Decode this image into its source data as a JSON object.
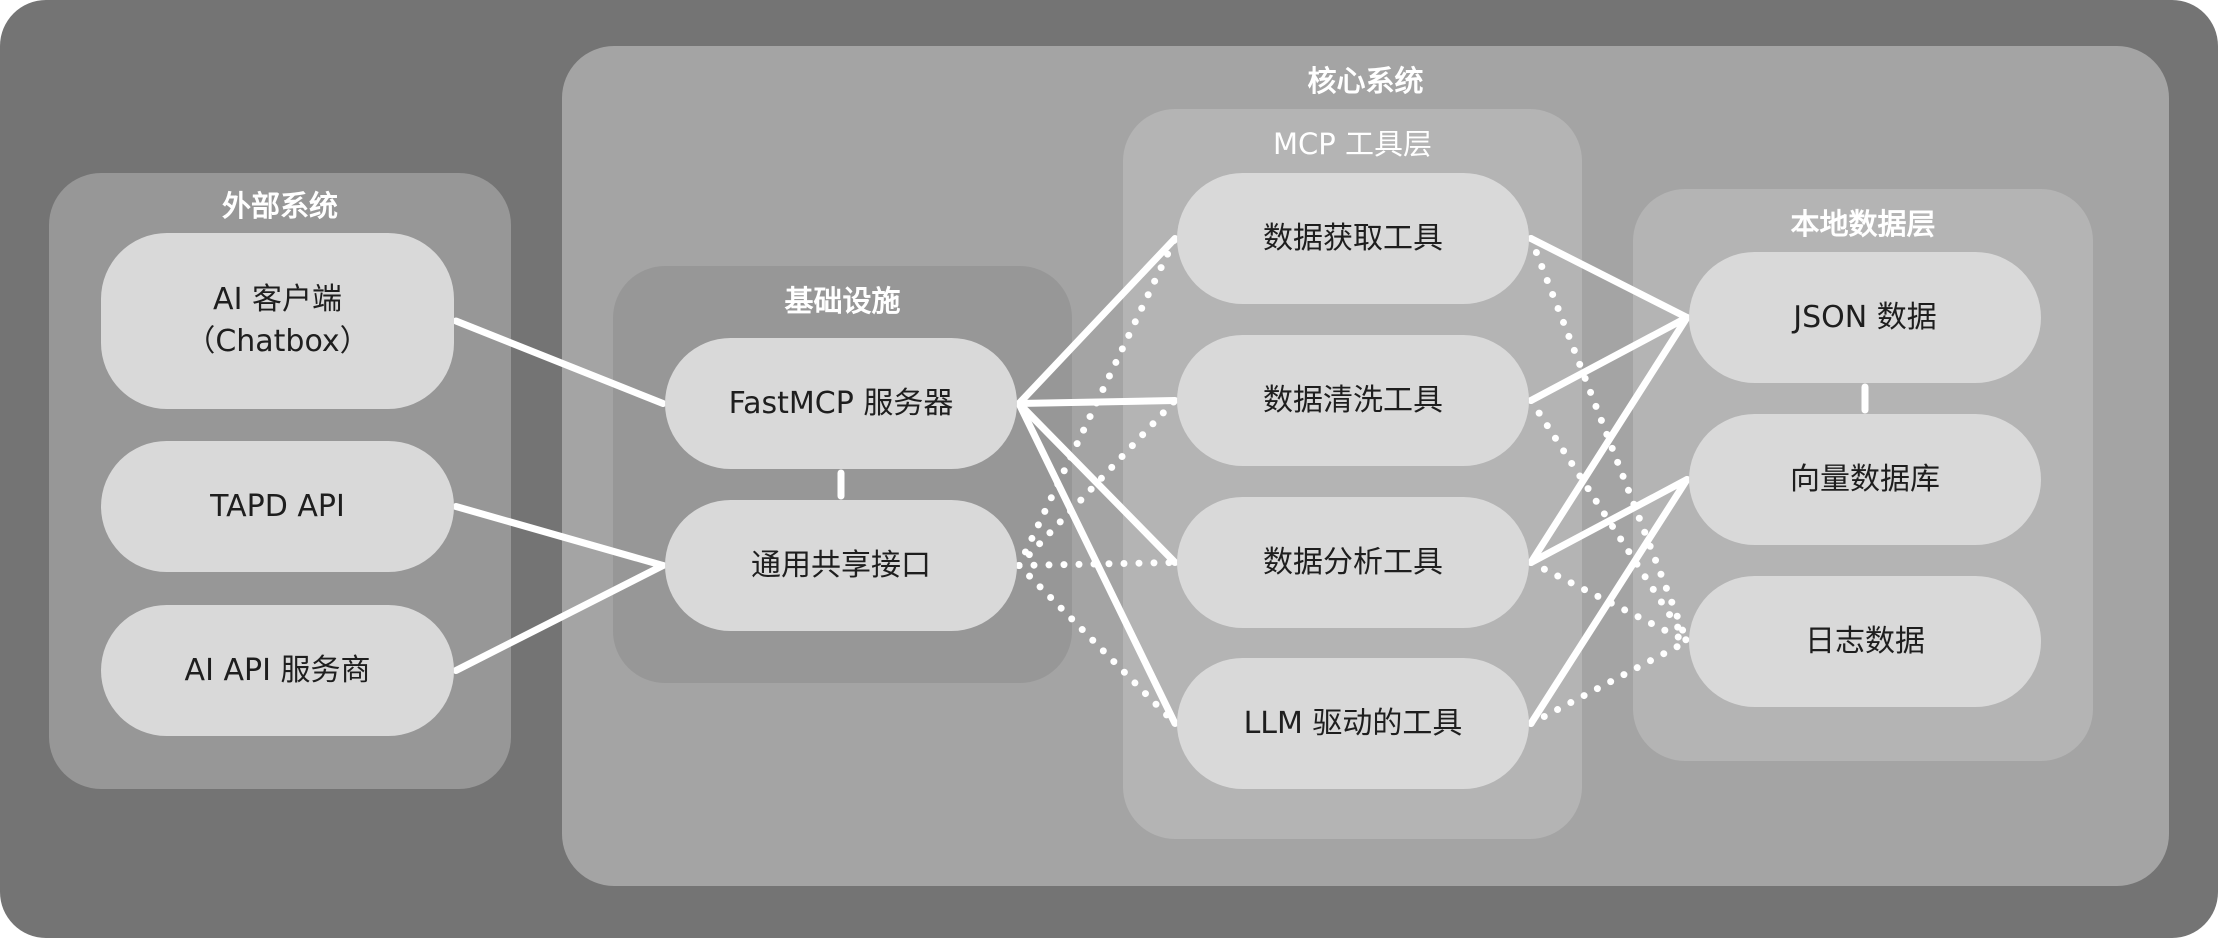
{
  "groups": {
    "core": "核心系统",
    "external": "外部系统",
    "infra": "基础设施",
    "mcp": "MCP 工具层",
    "local": "本地数据层"
  },
  "nodes": {
    "ai_client": "AI 客户端\n（Chatbox）",
    "tapd_api": "TAPD API",
    "ai_api_provider": "AI API 服务商",
    "fastmcp_server": "FastMCP 服务器",
    "shared_interface": "通用共享接口",
    "data_fetch_tool": "数据获取工具",
    "data_clean_tool": "数据清洗工具",
    "data_analysis_tool": "数据分析工具",
    "llm_tool": "LLM 驱动的工具",
    "json_data": "JSON 数据",
    "vector_db": "向量数据库",
    "log_data": "日志数据"
  },
  "edges": [
    {
      "from": "ai_client",
      "to": "fastmcp_server",
      "style": "solid"
    },
    {
      "from": "tapd_api",
      "to": "shared_interface",
      "style": "solid"
    },
    {
      "from": "ai_api_provider",
      "to": "shared_interface",
      "style": "solid"
    },
    {
      "from": "fastmcp_server",
      "to": "shared_interface",
      "style": "solid"
    },
    {
      "from": "fastmcp_server",
      "to": "data_fetch_tool",
      "style": "solid"
    },
    {
      "from": "fastmcp_server",
      "to": "data_clean_tool",
      "style": "solid"
    },
    {
      "from": "fastmcp_server",
      "to": "data_analysis_tool",
      "style": "solid"
    },
    {
      "from": "fastmcp_server",
      "to": "llm_tool",
      "style": "solid"
    },
    {
      "from": "shared_interface",
      "to": "data_fetch_tool",
      "style": "dotted"
    },
    {
      "from": "shared_interface",
      "to": "data_clean_tool",
      "style": "dotted"
    },
    {
      "from": "shared_interface",
      "to": "data_analysis_tool",
      "style": "dotted"
    },
    {
      "from": "shared_interface",
      "to": "llm_tool",
      "style": "dotted"
    },
    {
      "from": "data_fetch_tool",
      "to": "json_data",
      "style": "solid"
    },
    {
      "from": "data_clean_tool",
      "to": "json_data",
      "style": "solid"
    },
    {
      "from": "data_analysis_tool",
      "to": "json_data",
      "style": "solid"
    },
    {
      "from": "data_analysis_tool",
      "to": "vector_db",
      "style": "solid"
    },
    {
      "from": "llm_tool",
      "to": "vector_db",
      "style": "solid"
    },
    {
      "from": "json_data",
      "to": "vector_db",
      "style": "solid"
    },
    {
      "from": "data_fetch_tool",
      "to": "log_data",
      "style": "dotted"
    },
    {
      "from": "data_clean_tool",
      "to": "log_data",
      "style": "dotted"
    },
    {
      "from": "data_analysis_tool",
      "to": "log_data",
      "style": "dotted"
    },
    {
      "from": "llm_tool",
      "to": "log_data",
      "style": "dotted"
    }
  ]
}
